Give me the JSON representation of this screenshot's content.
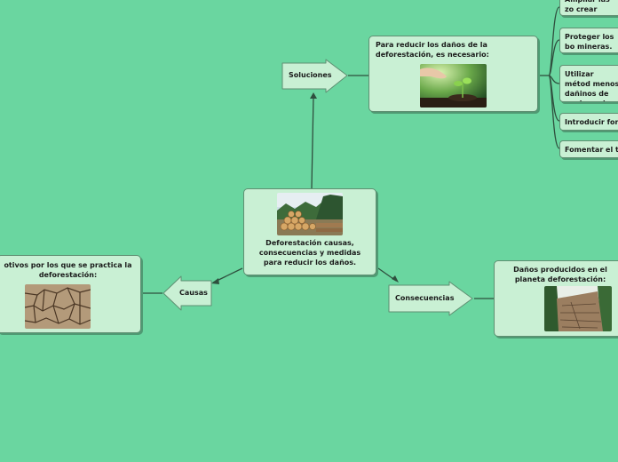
{
  "center": {
    "text": "Deforestación causas, consecuencias y medidas para reducir los daños.",
    "image": "log-pile-photo"
  },
  "branches": {
    "soluciones": {
      "label": "Soluciones"
    },
    "causas": {
      "label": "Causas"
    },
    "consecuencias": {
      "label": "Consecuencias"
    }
  },
  "soluciones_detail": {
    "text": "Para reducir los daños de la deforestación, es necesario:",
    "image": "seedling-hand-photo"
  },
  "causas_detail": {
    "text": "otivos por los que se practica la deforestación:",
    "image": "cracked-dry-soil-photo"
  },
  "consecuencias_detail": {
    "text": "Daños producidos en el planeta deforestación:",
    "image": "cleared-hillside-photo"
  },
  "measures": [
    "Ampliar las zo crear otras nue",
    "Proteger los bo mineras.",
    "Utilizar métod menos dañinos de madera, des",
    "Introducir forn",
    "Fomentar el tu"
  ]
}
